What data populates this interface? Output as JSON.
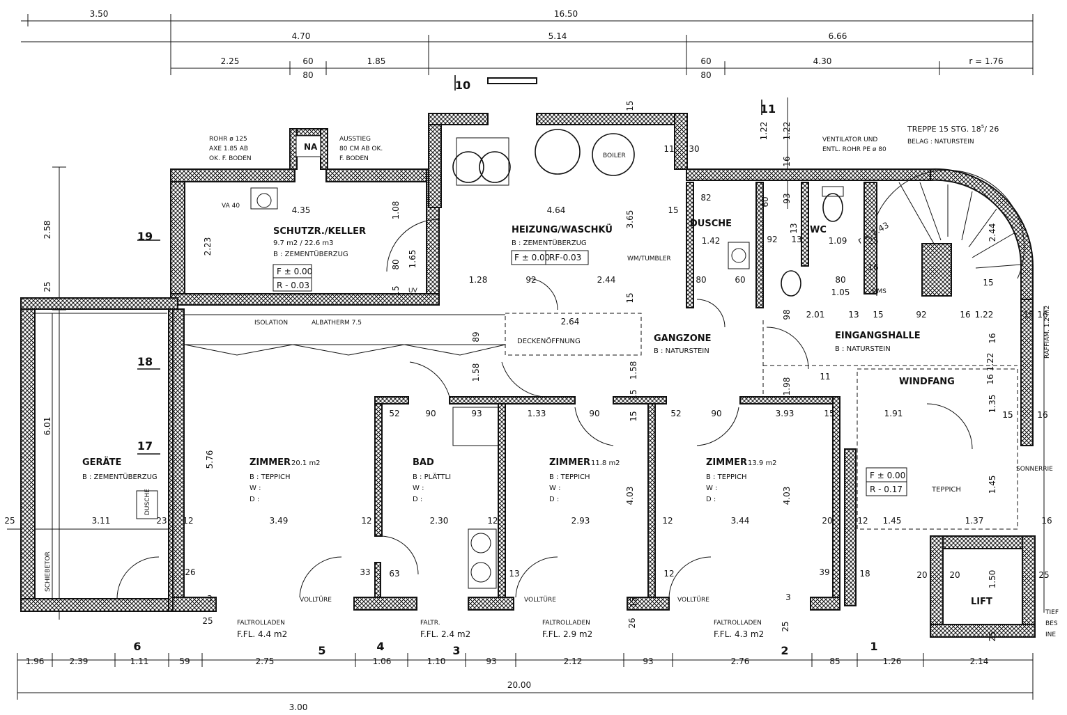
{
  "dims": {
    "top_row1": [
      "3.50",
      "16.50"
    ],
    "top_row2": [
      "4.70",
      "5.14",
      "6.66"
    ],
    "top_row3": [
      "2.25",
      "60",
      "80",
      "1.85",
      "60",
      "80",
      "4.30",
      "r = 1.76"
    ],
    "bottom_row1": [
      "1.96",
      "2.39",
      "1.11",
      "59",
      "2.75",
      "1.06",
      "1.10",
      "93",
      "2.12",
      "93",
      "2.76",
      "85",
      "1.26",
      "2.14"
    ],
    "bottom_total": "20.00",
    "bottom_extra": "3.00",
    "left": [
      "2.58",
      "25",
      "6.01",
      "25"
    ],
    "inner": [
      "4.35",
      "1.08",
      "2.23",
      "1.65",
      "80",
      "15",
      "4.64",
      "3.65",
      "15",
      "15",
      "11",
      "30",
      "82",
      "1.42",
      "60",
      "80",
      "60",
      "1.22",
      "1.22",
      "16",
      "93",
      "13",
      "92",
      "13",
      "1.09",
      "80",
      "1.05",
      "98",
      "2.01",
      "13",
      "15",
      "92",
      "16",
      "1.22",
      "16",
      "1.22",
      "16",
      "2.44",
      "1.28",
      "92",
      "2.44",
      "15",
      "2.64",
      "89",
      "1.58",
      "1.58",
      "15",
      "1.98",
      "11",
      "1.35",
      "15",
      "16",
      "1.45",
      "52",
      "90",
      "93",
      "1.33",
      "90",
      "15",
      "52",
      "90",
      "3.93",
      "15",
      "1.91",
      "15",
      "16",
      "5.76",
      "4.03",
      "4.03",
      "3.11",
      "23",
      "12",
      "3.49",
      "12",
      "2.30",
      "12",
      "2.93",
      "12",
      "3.44",
      "20",
      "12",
      "1.45",
      "1.37",
      "16",
      "26",
      "3",
      "33",
      "63",
      "13",
      "12",
      "39",
      "3",
      "18",
      "20",
      "20",
      "1.50",
      "25",
      "25",
      "15",
      "26",
      "25",
      "25",
      "r = 1.43",
      "15",
      "15",
      "16",
      "25",
      "16"
    ]
  },
  "rooms": {
    "schutzraum": {
      "name": "SCHUTZR./KELLER",
      "area": "9.7 m2 / 22.6 m3",
      "floor": "B : ZEMENTÜBERZUG",
      "level1": "F ± 0.00",
      "level2": "R - 0.03"
    },
    "heizung": {
      "name": "HEIZUNG/WASCHKÜ",
      "floor": "B : ZEMENTÜBERZUG",
      "level1": "F ± 0.00",
      "level2": "RF-0.03",
      "wm": "WM/TUMBLER",
      "boiler": "BOILER"
    },
    "dusche": {
      "name": "DUSCHE"
    },
    "wc": {
      "name": "WC"
    },
    "gangzone": {
      "name": "GANGZONE",
      "floor": "B : NATURSTEIN"
    },
    "eingangshalle": {
      "name": "EINGANGSHALLE",
      "floor": "B : NATURSTEIN"
    },
    "windfang": {
      "name": "WINDFANG",
      "floor": "TEPPICH",
      "level1": "F ± 0.00",
      "level2": "R - 0.17"
    },
    "geraete": {
      "name": "GERÄTE",
      "floor": "B : ZEMENTÜBERZUG",
      "dusche": "DUSCHE",
      "schiebetor": "SCHIEBETOR"
    },
    "zimmer1": {
      "name": "ZIMMER",
      "area": "20.1 m2",
      "floor": "B : TEPPICH",
      "w": "W :",
      "d": "D :"
    },
    "bad": {
      "name": "BAD",
      "floor": "B : PLÄTTLI",
      "w": "W :",
      "d": "D :"
    },
    "zimmer2": {
      "name": "ZIMMER",
      "area": "11.8 m2",
      "floor": "B : TEPPICH",
      "w": "W :",
      "d": "D :"
    },
    "zimmer3": {
      "name": "ZIMMER",
      "area": "13.9 m2",
      "floor": "B : TEPPICH",
      "w": "W :",
      "d": "D :"
    },
    "lift": {
      "name": "LIFT"
    }
  },
  "notes": {
    "rohr": [
      "ROHR ø 125",
      "AXE 1.85 AB",
      "OK. F. BODEN"
    ],
    "na": "NA",
    "ausstieg": [
      "AUSSTIEG",
      "80 CM AB OK.",
      "F. BODEN"
    ],
    "va": "VA 40",
    "uv": "UV",
    "isolation": "ISOLATION",
    "albatherm": "ALBATHERM 7.5",
    "deckenoeffnung": "DECKENÖFFNUNG",
    "ventilator": [
      "VENTILATOR UND",
      "ENTL. ROHR PE ø 80"
    ],
    "treppe": "TREPPE 15 STG. 18",
    "treppe_sup": "5",
    "treppe_end": "/ 26",
    "belag": "BELAG : NATURSTEIN",
    "sims": "SIMS",
    "raffiam": "RAFFIAM. 1.2 m2",
    "sonnerrie": "SONNERRIE",
    "tief": [
      "TIEF",
      "BES",
      "INE"
    ],
    "vollture": [
      "VOLLTÜRE",
      "VOLLTÜRE",
      "VOLLTÜRE"
    ],
    "faltrolladen": [
      "FALTROLLADEN",
      "FALTR.",
      "FALTROLLADEN",
      "FALTROLLADEN"
    ],
    "ffl": [
      "F.FL. 4.4 m2",
      "F.FL. 2.4 m2",
      "F.FL. 2.9 m2",
      "F.FL. 4.3 m2"
    ]
  },
  "axes": [
    "10",
    "11",
    "19",
    "18",
    "17",
    "6",
    "5",
    "4",
    "3",
    "2",
    "1"
  ]
}
